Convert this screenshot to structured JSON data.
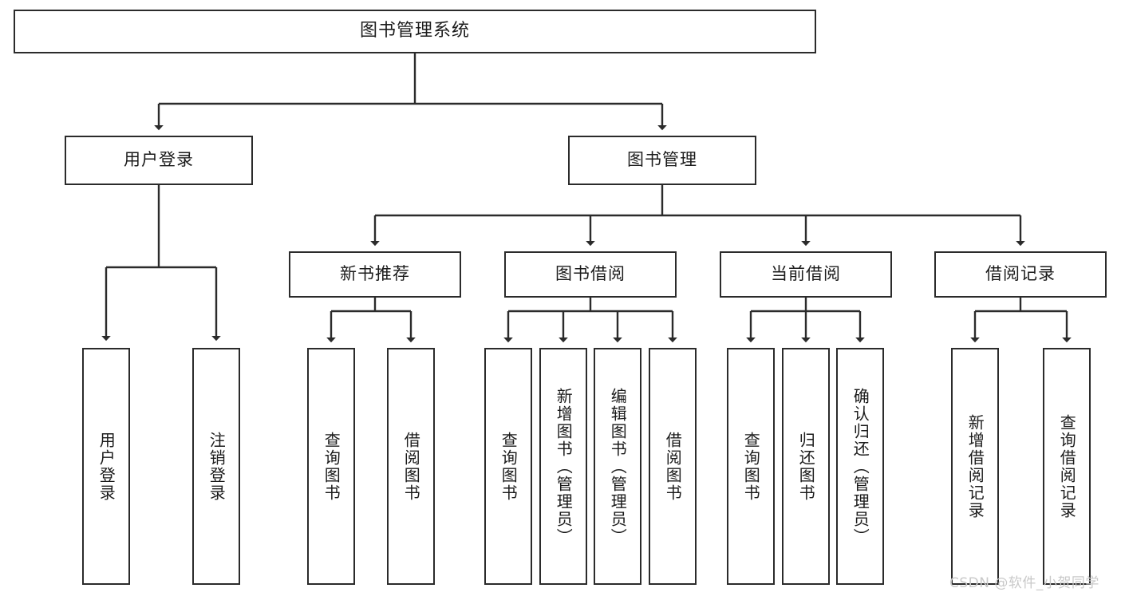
{
  "diagram": {
    "title": "图书管理系统",
    "type": "tree-hierarchy-chart",
    "watermark": "CSDN @软件_小贺同学",
    "colors": {
      "stroke": "#2b2b2b",
      "fill": "#ffffff",
      "text": "#1b1b1b",
      "watermark": "#c9c9c9"
    },
    "levels": {
      "root": "图书管理系统",
      "level2": [
        "用户登录",
        "图书管理"
      ],
      "level3": [
        "新书推荐",
        "图书借阅",
        "当前借阅",
        "借阅记录"
      ]
    },
    "nodes": {
      "root": {
        "label": "图书管理系统"
      },
      "user_login": {
        "label": "用户登录"
      },
      "book_manage": {
        "label": "图书管理"
      },
      "new_book_rec": {
        "label": "新书推荐"
      },
      "book_borrow": {
        "label": "图书借阅"
      },
      "current_borrow": {
        "label": "当前借阅"
      },
      "borrow_record": {
        "label": "借阅记录"
      },
      "leaf_user_login": {
        "label": "用户登录"
      },
      "leaf_logout": {
        "label": "注销登录"
      },
      "leaf_query_book_1": {
        "label": "查询图书"
      },
      "leaf_borrow_book_1": {
        "label": "借阅图书"
      },
      "leaf_query_book_2": {
        "label": "查询图书"
      },
      "leaf_add_book": {
        "label": "新增图书（管理员）"
      },
      "leaf_edit_book": {
        "label": "编辑图书（管理员）"
      },
      "leaf_borrow_book_2": {
        "label": "借阅图书"
      },
      "leaf_query_book_3": {
        "label": "查询图书"
      },
      "leaf_return_book": {
        "label": "归还图书"
      },
      "leaf_confirm_return": {
        "label": "确认归还（管理员）"
      },
      "leaf_add_record": {
        "label": "新增借阅记录"
      },
      "leaf_query_record": {
        "label": "查询借阅记录"
      }
    }
  }
}
